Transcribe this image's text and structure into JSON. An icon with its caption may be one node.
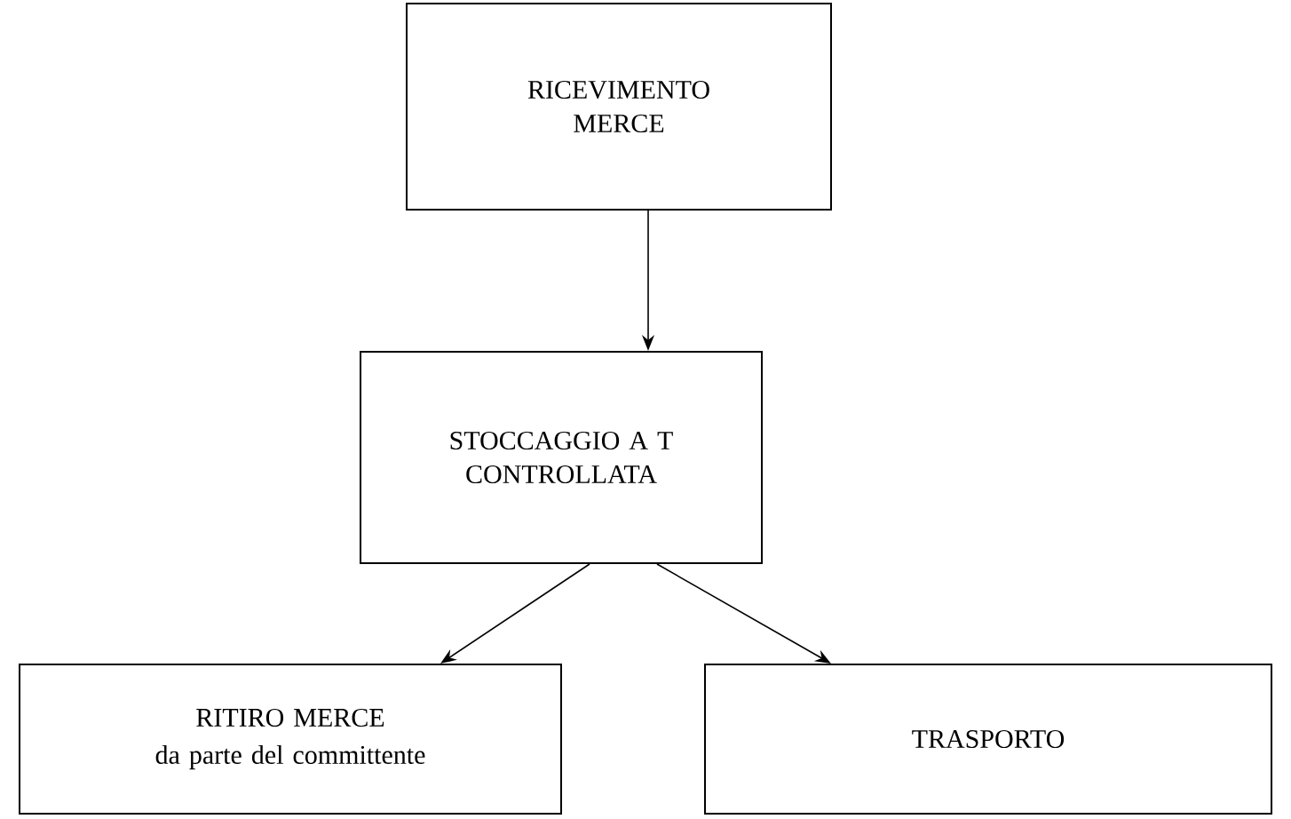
{
  "diagram": {
    "nodes": [
      {
        "text": [
          "RICEVIMENTO MERCE"
        ]
      },
      {
        "text": [
          "STOCCAGGIO A T CONTROLLATA"
        ]
      },
      {
        "text": [
          "RITIRO MERCE",
          "da parte del committente"
        ]
      },
      {
        "text": [
          "TRASPORTO"
        ]
      }
    ],
    "edges": [
      {
        "from": 0,
        "to": 1,
        "arrow": "to"
      },
      {
        "from": 1,
        "to": 2,
        "arrow": "to"
      },
      {
        "from": 1,
        "to": 3,
        "arrow": "to"
      }
    ]
  }
}
